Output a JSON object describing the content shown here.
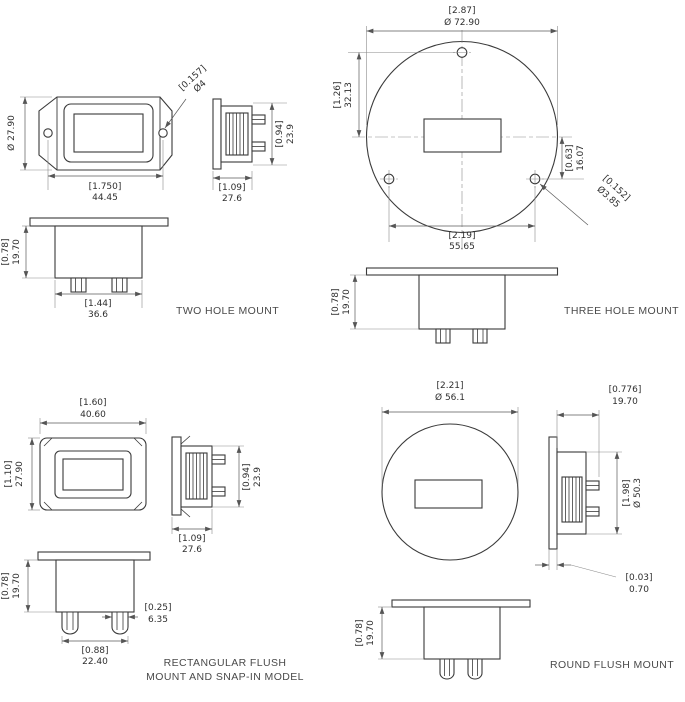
{
  "sections": {
    "two_hole": {
      "label": "TWO HOLE MOUNT",
      "dims": {
        "front_height": "Ø 27.90",
        "hole_in": "[0.157]",
        "hole_mm": "Ø4",
        "spacing_in": "[1.750]",
        "spacing_mm": "44.45",
        "side_h_in": "[0.94]",
        "side_h_mm": "23.9",
        "side_d_in": "[1.09]",
        "side_d_mm": "27.6",
        "rear_d_in": "[0.78]",
        "rear_d_mm": "19.70",
        "body_w_in": "[1.44]",
        "body_w_mm": "36.6"
      }
    },
    "three_hole": {
      "label": "THREE HOLE MOUNT",
      "dims": {
        "dia_in": "[2.87]",
        "dia_mm": "Ø 72.90",
        "upper_in": "[1.26]",
        "upper_mm": "32.13",
        "lower_in": "[0.63]",
        "lower_mm": "16.07",
        "hole_in": "[0.152]",
        "hole_mm": "Ø3.85",
        "spacing_in": "[2.19]",
        "spacing_mm": "55.65",
        "rear_d_in": "[0.78]",
        "rear_d_mm": "19.70"
      }
    },
    "rect_flush": {
      "label_line1": "RECTANGULAR FLUSH",
      "label_line2": "MOUNT AND SNAP-IN MODEL",
      "dims": {
        "width_in": "[1.60]",
        "width_mm": "40.60",
        "height_in": "[1.10]",
        "height_mm": "27.90",
        "side_h_in": "[0.94]",
        "side_h_mm": "23.9",
        "side_d_in": "[1.09]",
        "side_d_mm": "27.6",
        "rear_d_in": "[0.78]",
        "rear_d_mm": "19.70",
        "pin_w_in": "[0.25]",
        "pin_w_mm": "6.35",
        "pin_s_in": "[0.88]",
        "pin_s_mm": "22.40"
      }
    },
    "round_flush": {
      "label": "ROUND FLUSH MOUNT",
      "dims": {
        "dia_in": "[2.21]",
        "dia_mm": "Ø 56.1",
        "depth_in": "[0.776]",
        "depth_mm": "19.70",
        "body_dia_in": "[1.98]",
        "body_dia_mm": "Ø 50.3",
        "flange_in": "[0.03]",
        "flange_mm": "0.70",
        "rear_d_in": "[0.78]",
        "rear_d_mm": "19.70"
      }
    }
  }
}
